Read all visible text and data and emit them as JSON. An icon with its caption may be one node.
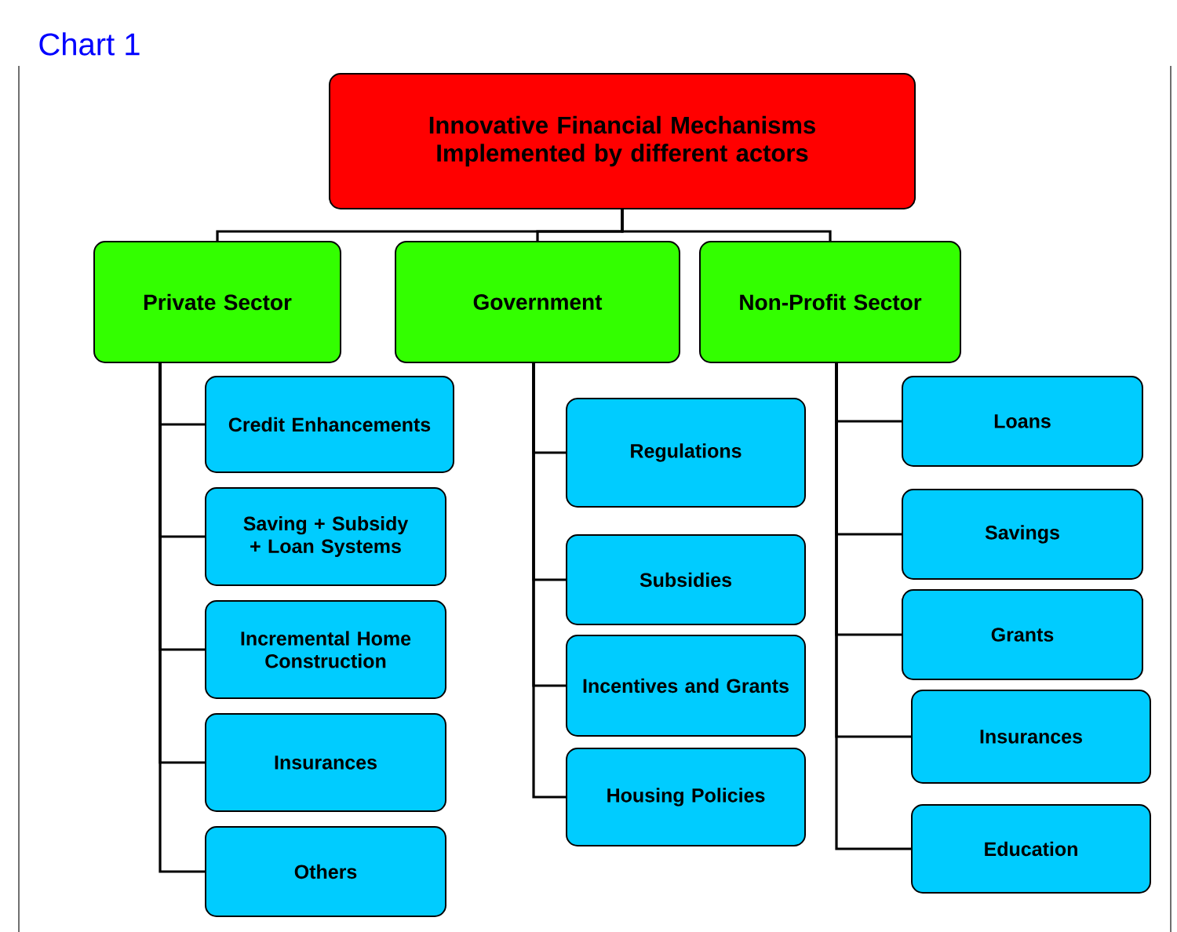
{
  "diagram": {
    "title": "Chart 1",
    "nodes": [
      {
        "text": [
          "Innovative Financial Mechanisms Implemented by different actors"
        ]
      },
      {
        "text": [
          "Private Sector"
        ]
      },
      {
        "text": [
          "Government"
        ]
      },
      {
        "text": [
          "Non-Profit Sector"
        ]
      },
      {
        "text": [
          "Credit Enhancements"
        ]
      },
      {
        "text": [
          "Saving + Subsidy + Loan Systems"
        ]
      },
      {
        "text": [
          "Incremental Home Construction"
        ]
      },
      {
        "text": [
          "Insurances"
        ]
      },
      {
        "text": [
          "Others"
        ]
      },
      {
        "text": [
          "Regulations"
        ]
      },
      {
        "text": [
          "Subsidies"
        ]
      },
      {
        "text": [
          "Incentives and Grants"
        ]
      },
      {
        "text": [
          "Housing Policies"
        ]
      },
      {
        "text": [
          "Loans"
        ]
      },
      {
        "text": [
          "Savings"
        ]
      },
      {
        "text": [
          "Grants"
        ]
      },
      {
        "text": [
          "Insurances"
        ]
      },
      {
        "text": [
          "Education"
        ]
      }
    ],
    "edges": [
      {
        "from": 0,
        "to": 1,
        "arrow": "none"
      },
      {
        "from": 0,
        "to": 2,
        "arrow": "none"
      },
      {
        "from": 0,
        "to": 3,
        "arrow": "none"
      },
      {
        "from": 1,
        "to": 4,
        "arrow": "none"
      },
      {
        "from": 1,
        "to": 5,
        "arrow": "none"
      },
      {
        "from": 1,
        "to": 6,
        "arrow": "none"
      },
      {
        "from": 1,
        "to": 7,
        "arrow": "none"
      },
      {
        "from": 1,
        "to": 8,
        "arrow": "none"
      },
      {
        "from": 2,
        "to": 9,
        "arrow": "none"
      },
      {
        "from": 2,
        "to": 10,
        "arrow": "none"
      },
      {
        "from": 2,
        "to": 11,
        "arrow": "none"
      },
      {
        "from": 2,
        "to": 12,
        "arrow": "none"
      },
      {
        "from": 3,
        "to": 13,
        "arrow": "none"
      },
      {
        "from": 3,
        "to": 14,
        "arrow": "none"
      },
      {
        "from": 3,
        "to": 15,
        "arrow": "none"
      },
      {
        "from": 3,
        "to": 16,
        "arrow": "none"
      },
      {
        "from": 3,
        "to": 17,
        "arrow": "none"
      }
    ]
  }
}
